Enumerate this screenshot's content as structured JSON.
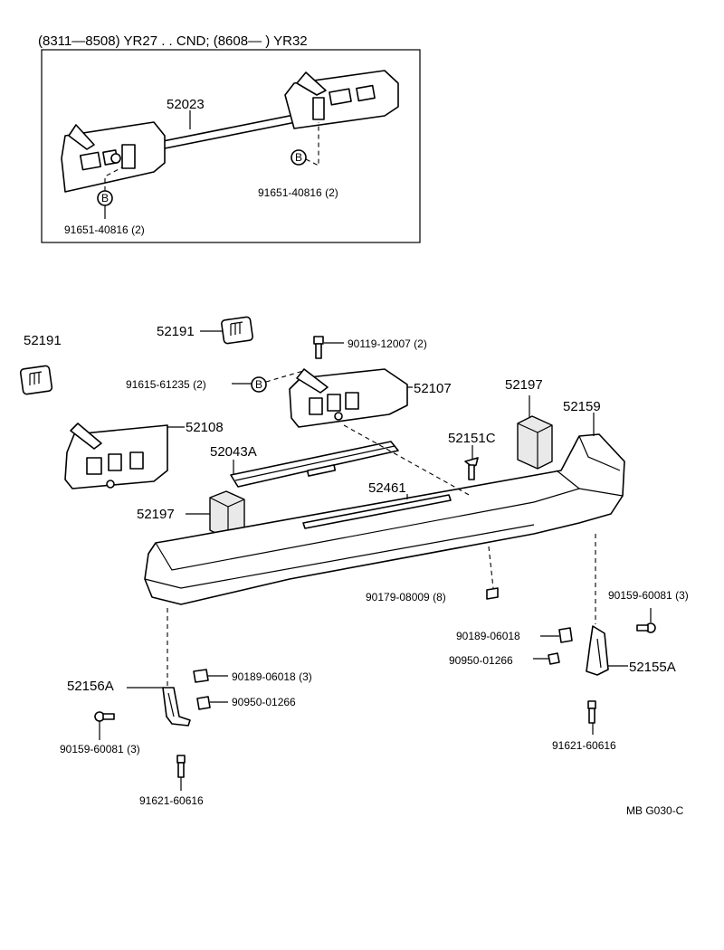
{
  "inset": {
    "header": "(8311—8508) YR27 . . CND; (8608—          ) YR32",
    "labels": {
      "p52023": "52023",
      "bolt_left": "91651-40816 (2)",
      "bolt_right": "91651-40816 (2)"
    }
  },
  "bolt_symbol": "B",
  "labels": {
    "p52191_a": "52191",
    "p52191_b": "52191",
    "p90119": "90119-12007 (2)",
    "p91615": "91615-61235 (2)",
    "p52107": "52107",
    "p52108": "52108",
    "p52197_a": "52197",
    "p52159": "52159",
    "p52151c": "52151C",
    "p52043a": "52043A",
    "p52461": "52461",
    "p52197_b": "52197",
    "p90179": "90179-08009 (8)",
    "p90159_r": "90159-60081 (3)",
    "p90189_r": "90189-06018",
    "p90950_r": "90950-01266",
    "p52155a": "52155A",
    "p52156a": "52156A",
    "p90189_l": "90189-06018 (3)",
    "p90950_l": "90950-01266",
    "p90159_l": "90159-60081 (3)",
    "p91621_l": "91621-60616",
    "p91621_r": "91621-60616",
    "drawing_code": "MB  G030-C"
  }
}
